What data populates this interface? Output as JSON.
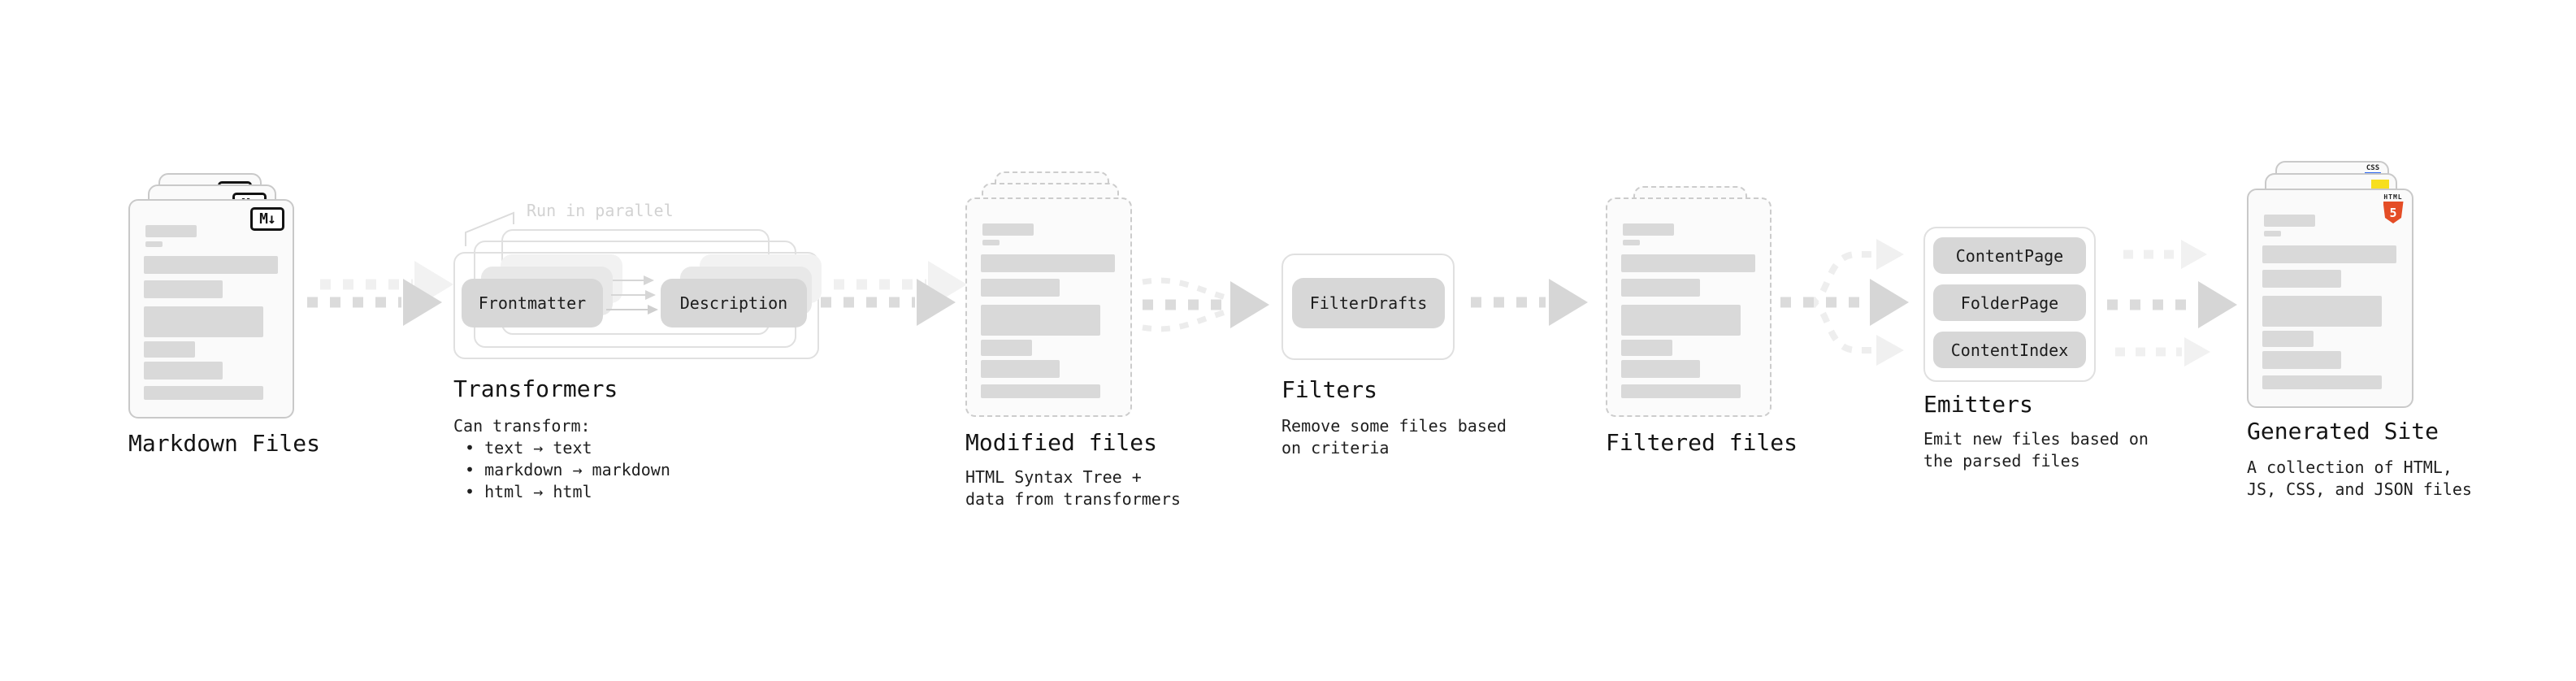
{
  "colors": {
    "accent_html": "#e44d26",
    "accent_js": "#f7df1e",
    "accent_css": "#2b65f0",
    "diagram_gray": "#d9d9d9",
    "ghost_gray": "#efefef"
  },
  "pipeline": {
    "markdown": {
      "title": "Markdown Files",
      "badge": "M↓"
    },
    "transformers": {
      "title": "Transformers",
      "note": "Run in parallel",
      "box_left": "Frontmatter",
      "box_right": "Description",
      "desc_heading": "Can transform:",
      "bullets": [
        "• text → text",
        "• markdown → markdown",
        "• html → html"
      ]
    },
    "modified": {
      "title": "Modified files",
      "desc": [
        "HTML Syntax Tree +",
        "data from transformers"
      ]
    },
    "filters": {
      "title": "Filters",
      "button": "FilterDrafts",
      "desc": [
        "Remove some files based",
        "on criteria"
      ]
    },
    "filtered": {
      "title": "Filtered files"
    },
    "emitters": {
      "title": "Emitters",
      "buttons": [
        "ContentPage",
        "FolderPage",
        "ContentIndex"
      ],
      "desc": [
        "Emit new files based on",
        "the parsed files"
      ]
    },
    "generated": {
      "title": "Generated Site",
      "css_label": "CSS",
      "html_label": "HTML",
      "html_number": "5",
      "desc": [
        "A collection of HTML,",
        "JS, CSS, and JSON files"
      ]
    }
  }
}
